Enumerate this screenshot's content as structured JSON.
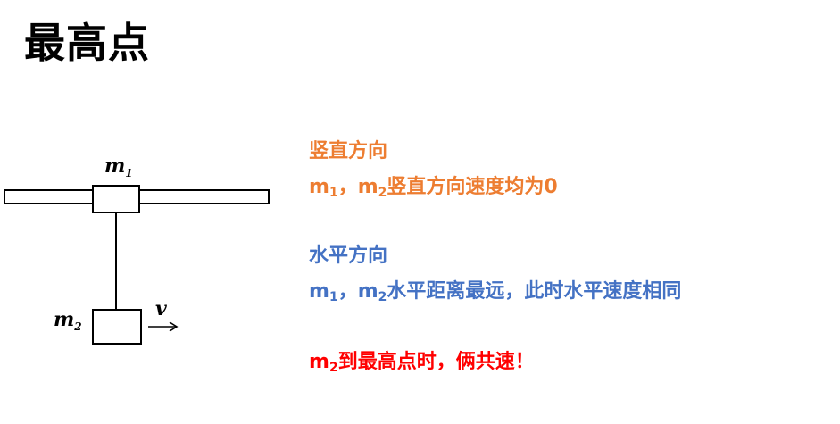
{
  "title": "最高点",
  "diagram": {
    "label_m1_base": "m",
    "label_m1_sub": "1",
    "label_m2_base": "m",
    "label_m2_sub": "2",
    "label_v": "v",
    "arrow_glyph": "→"
  },
  "notes": {
    "vertical": {
      "heading": "竖直方向",
      "m1": "m",
      "m1_sub": "1",
      "sep": "，",
      "m2": "m",
      "m2_sub": "2",
      "text": "竖直方向速度均为0",
      "color": "#ed7d31"
    },
    "horizontal": {
      "heading": "水平方向",
      "m1": "m",
      "m1_sub": "1",
      "sep": "，",
      "m2": "m",
      "m2_sub": "2",
      "text": "水平距离最远，此时水平速度相同",
      "color": "#4472c4"
    },
    "conclusion": {
      "m2": "m",
      "m2_sub": "2",
      "text": "到最高点时，俩共速！",
      "color": "#ff0000"
    }
  }
}
